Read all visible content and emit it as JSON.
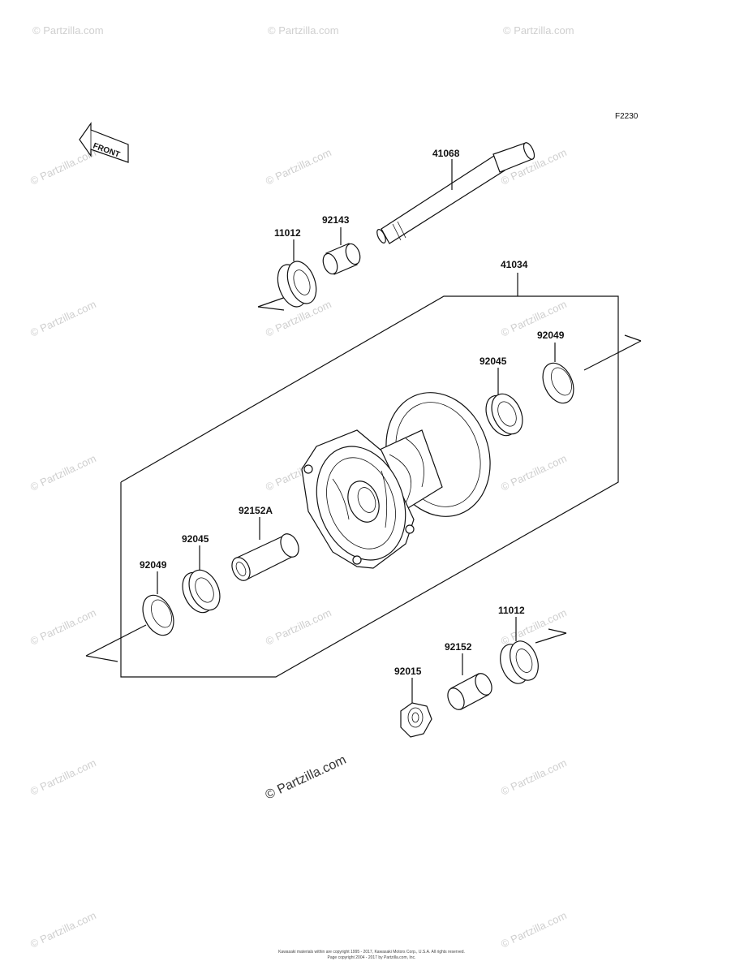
{
  "diagram": {
    "code": "F2230",
    "front_label": "FRONT",
    "parts": {
      "axle": "41068",
      "collar_top": "92143",
      "seal_top": "11012",
      "hub": "41034",
      "oil_seal_right": "92049",
      "bearing_right": "92045",
      "spacer": "92152A",
      "bearing_left": "92045",
      "oil_seal_left": "92049",
      "seal_bottom": "11012",
      "collar_bottom": "92152",
      "nut": "92015"
    },
    "watermark": "© Partzilla.com",
    "watermark_main": "© Partzilla.com",
    "footer_line1": "Kawasaki materials within are copyright 1995 - 2017, Kawasaki Motors Corp., U.S.A. All rights reserved.",
    "footer_line2": "Page copyright 2004 - 2017 by Partzilla.com, Inc."
  }
}
